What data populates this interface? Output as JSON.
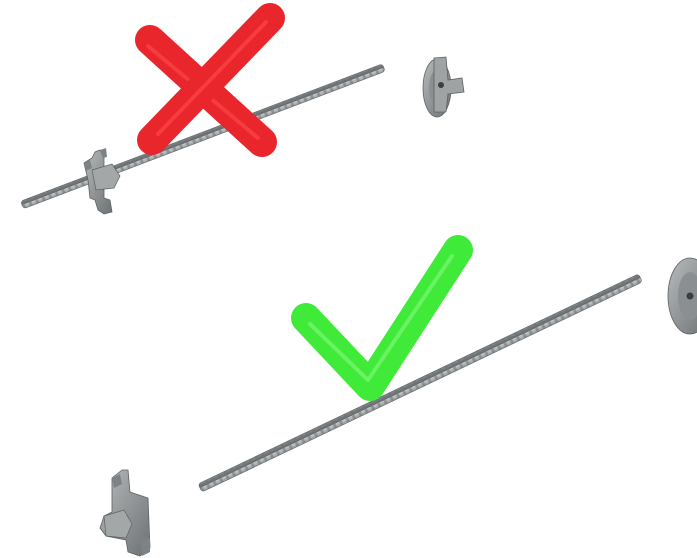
{
  "scene": {
    "background": "#ffffff",
    "colors": {
      "cross": "#e8262b",
      "check": "#3fea38",
      "steel": "#9a9ea0",
      "steel_dark": "#5f6466",
      "steel_light": "#c9cccd"
    },
    "incorrect_assembly": {
      "icon": "red-cross-icon",
      "parts": [
        "threaded-rod",
        "washer-plate-with-lugs",
        "wing-nut-plate"
      ]
    },
    "correct_assembly": {
      "icon": "green-check-icon",
      "parts": [
        "threaded-rod",
        "washer-plate-with-lugs",
        "wing-nut-plate"
      ]
    }
  }
}
